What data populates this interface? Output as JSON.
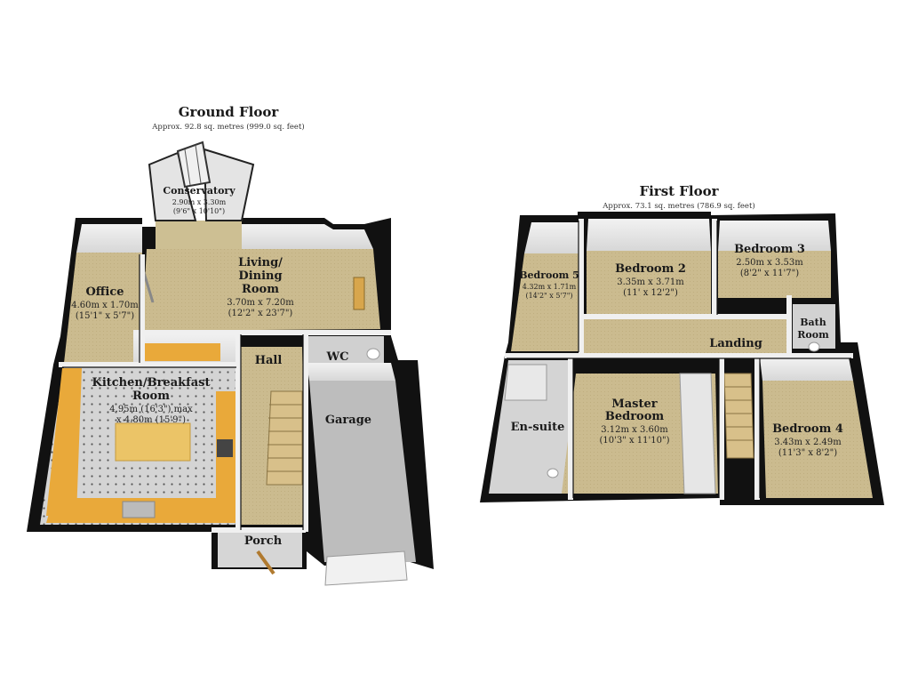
{
  "colors": {
    "wall_outer": "#111111",
    "wall_inner": "#e9e9e9",
    "floor_carpet": "#c9b98d",
    "floor_tile": "#c7c7c7",
    "floor_grey": "#bdbdbd",
    "worktop": "#e9a93a",
    "island": "#ebc467",
    "glass": "#dcdcdc"
  },
  "ground_floor": {
    "title": "Ground Floor",
    "area": "Approx. 92.8 sq. metres (999.0 sq. feet)",
    "conservatory": {
      "name": "Conservatory",
      "dim1": "2.90m x 3.30m",
      "dim2": "(9'6\" x 10'10\")"
    },
    "living": {
      "name1": "Living/",
      "name2": "Dining",
      "name3": "Room",
      "dim1": "3.70m x 7.20m",
      "dim2": "(12'2\" x 23'7\")"
    },
    "office": {
      "name": "Office",
      "dim1": "4.60m x 1.70m",
      "dim2": "(15'1\" x 5'7\")"
    },
    "kitchen": {
      "name1": "Kitchen/Breakfast",
      "name2": "Room",
      "dim1": "4.95m (16'3\") max",
      "dim2": "x 4.80m (15'9\")"
    },
    "hall": {
      "name": "Hall"
    },
    "wc": {
      "name": "WC"
    },
    "garage": {
      "name": "Garage"
    },
    "porch": {
      "name": "Porch"
    }
  },
  "first_floor": {
    "title": "First Floor",
    "area": "Approx. 73.1 sq. metres (786.9 sq. feet)",
    "bedroom5": {
      "name": "Bedroom 5",
      "dim1": "4.32m x 1.71m",
      "dim2": "(14'2\" x 5'7\")"
    },
    "bedroom2": {
      "name": "Bedroom 2",
      "dim1": "3.35m x 3.71m",
      "dim2": "(11' x 12'2\")"
    },
    "bedroom3": {
      "name": "Bedroom 3",
      "dim1": "2.50m x 3.53m",
      "dim2": "(8'2\" x 11'7\")"
    },
    "bathroom": {
      "name1": "Bath",
      "name2": "Room"
    },
    "landing": {
      "name": "Landing"
    },
    "ensuite": {
      "name": "En-suite"
    },
    "master": {
      "name1": "Master",
      "name2": "Bedroom",
      "dim1": "3.12m x 3.60m",
      "dim2": "(10'3\" x 11'10\")"
    },
    "bedroom4": {
      "name": "Bedroom 4",
      "dim1": "3.43m x 2.49m",
      "dim2": "(11'3\" x 8'2\")"
    }
  }
}
